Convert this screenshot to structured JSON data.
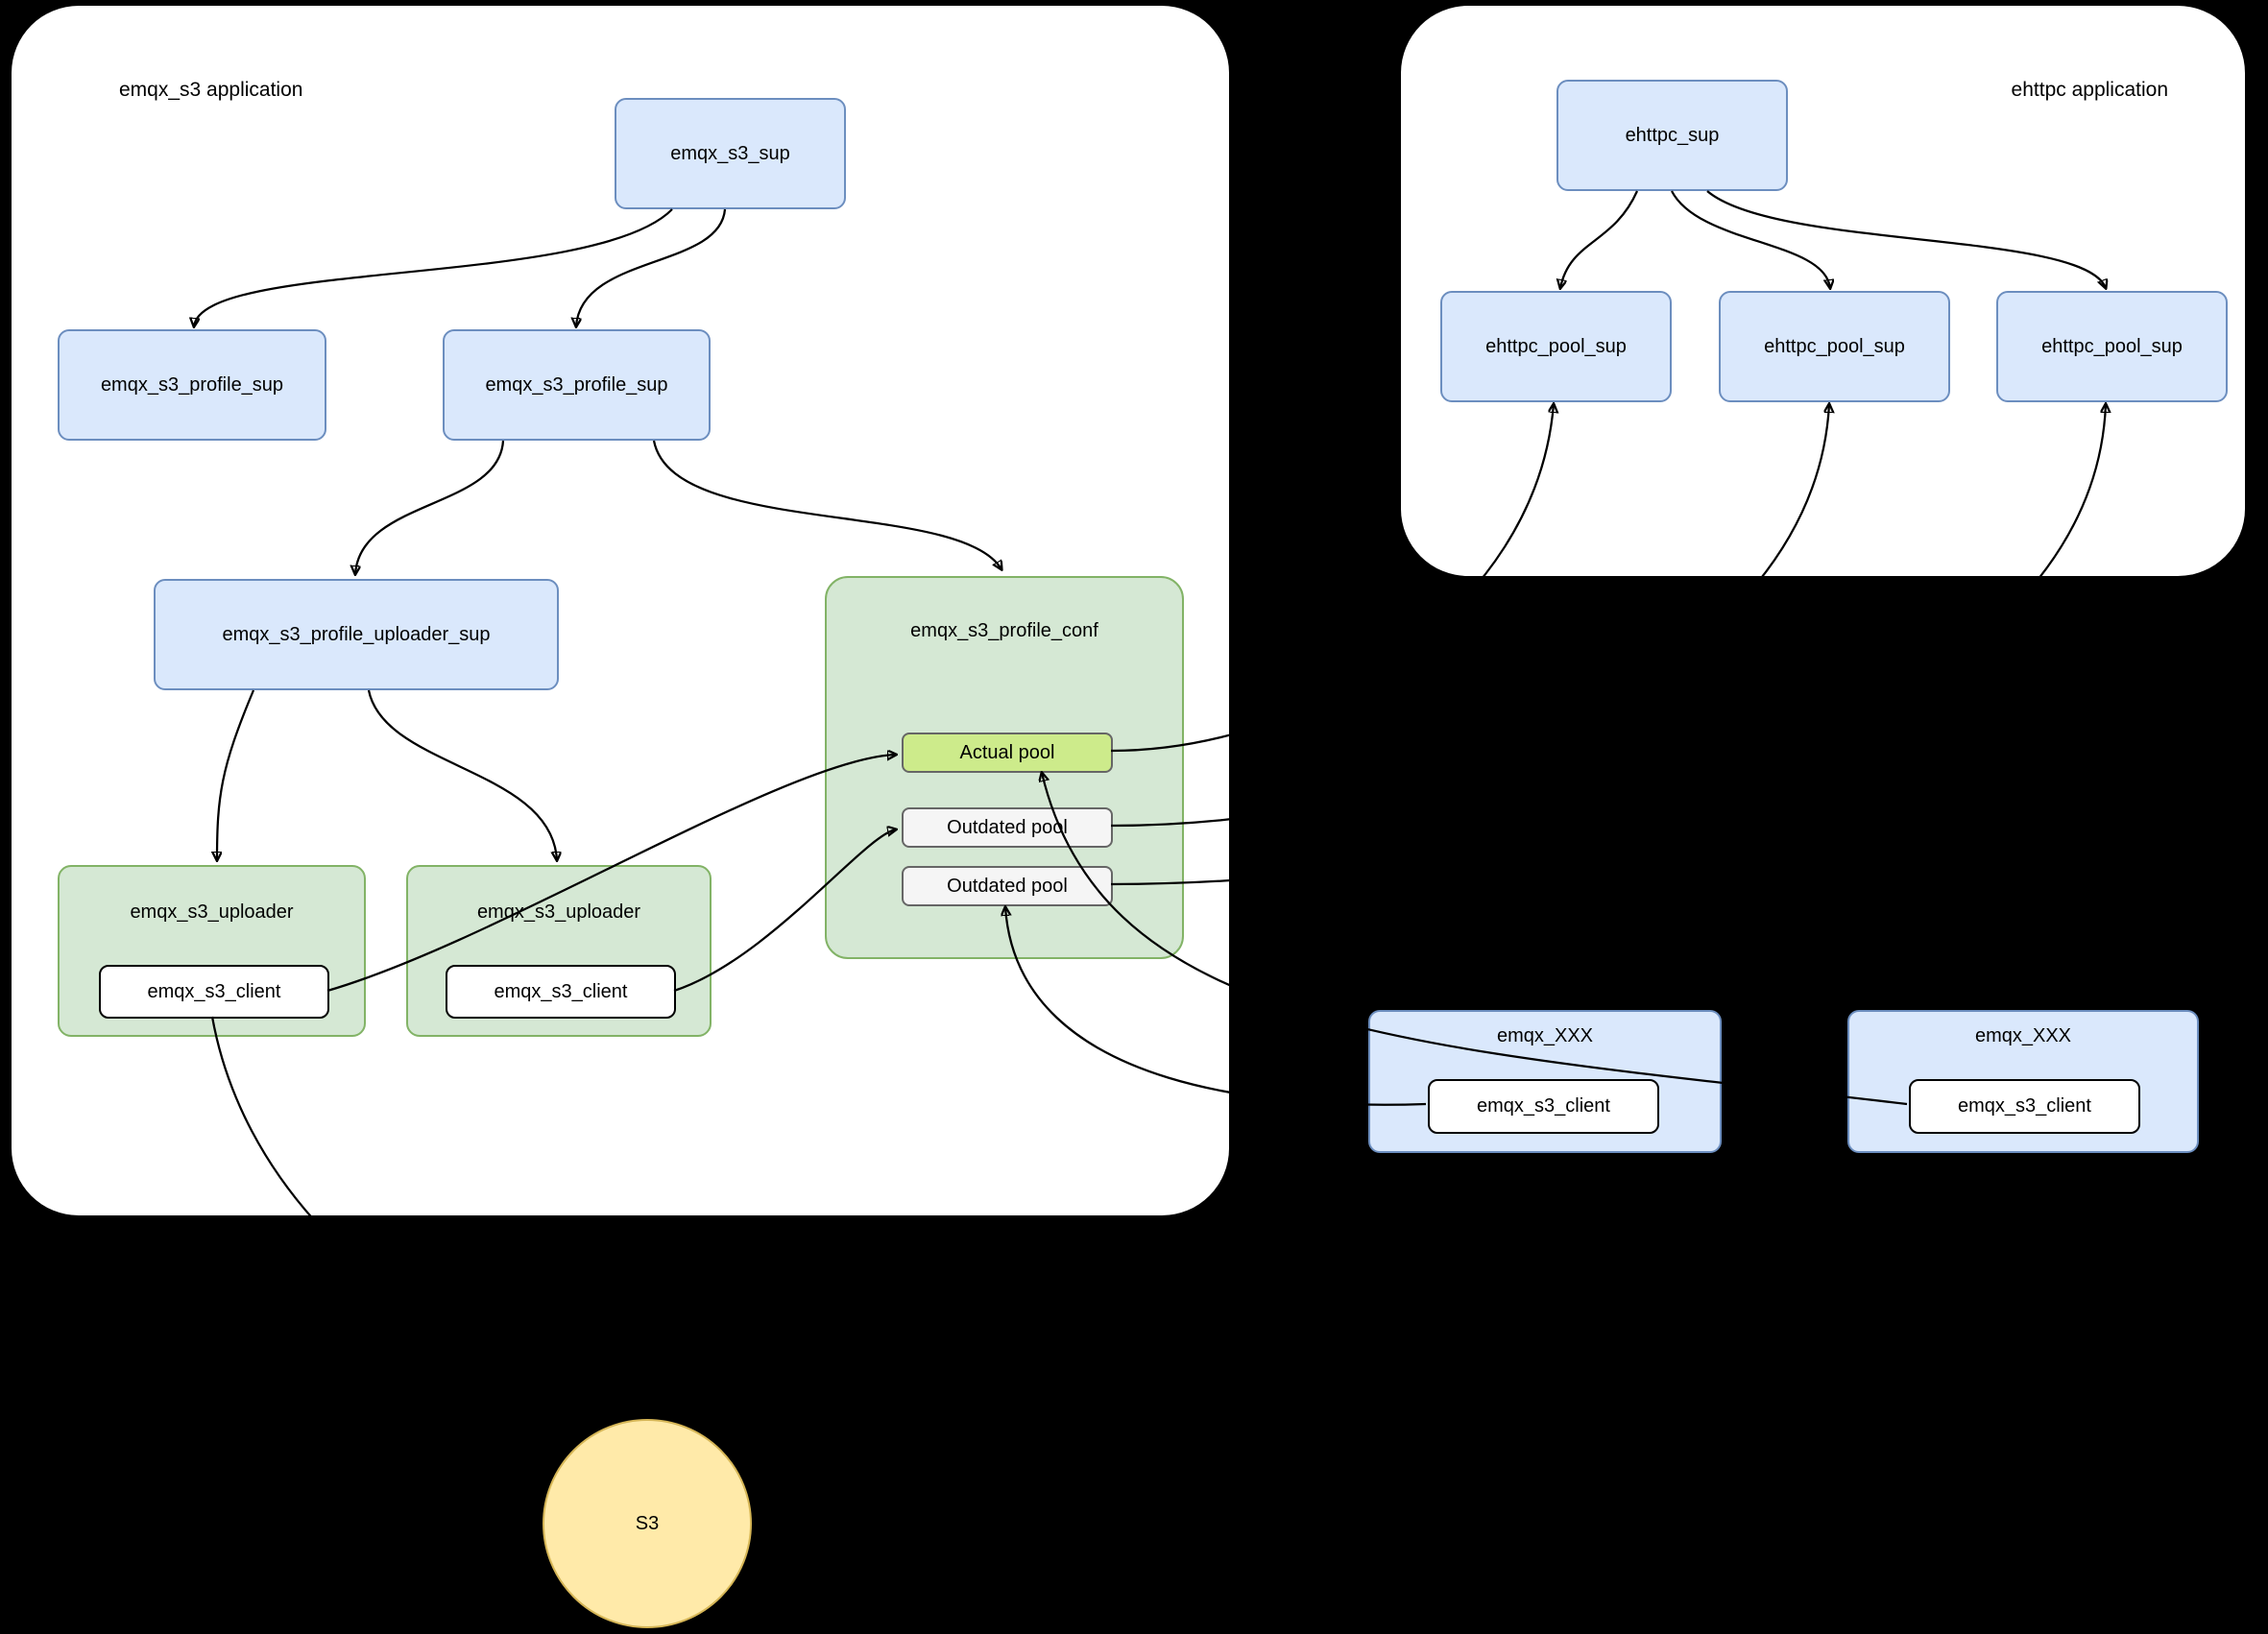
{
  "containers": {
    "emqx_s3": {
      "title": "emqx_s3 application"
    },
    "ehttpc": {
      "title": "ehttpc application"
    }
  },
  "nodes": {
    "s3_sup": {
      "label": "emqx_s3_sup"
    },
    "profile_sup_1": {
      "label": "emqx_s3_profile_sup"
    },
    "profile_sup_2": {
      "label": "emqx_s3_profile_sup"
    },
    "profile_uploader_sup": {
      "label": "emqx_s3_profile_uploader_sup"
    },
    "profile_conf": {
      "label": "emqx_s3_profile_conf"
    },
    "actual_pool": {
      "label": "Actual pool"
    },
    "outdated_pool_1": {
      "label": "Outdated pool"
    },
    "outdated_pool_2": {
      "label": "Outdated pool"
    },
    "uploader_1": {
      "label": "emqx_s3_uploader"
    },
    "uploader_1_client": {
      "label": "emqx_s3_client"
    },
    "uploader_2": {
      "label": "emqx_s3_uploader"
    },
    "uploader_2_client": {
      "label": "emqx_s3_client"
    },
    "ehttpc_sup": {
      "label": "ehttpc_sup"
    },
    "ehttpc_pool_sup_1": {
      "label": "ehttpc_pool_sup"
    },
    "ehttpc_pool_sup_2": {
      "label": "ehttpc_pool_sup"
    },
    "ehttpc_pool_sup_3": {
      "label": "ehttpc_pool_sup"
    },
    "emqx_xxx_1": {
      "label": "emqx_XXX"
    },
    "emqx_xxx_1_client": {
      "label": "emqx_s3_client"
    },
    "emqx_xxx_2": {
      "label": "emqx_XXX"
    },
    "emqx_xxx_2_client": {
      "label": "emqx_s3_client"
    },
    "s3": {
      "label": "S3"
    }
  },
  "colors": {
    "background": "#000000",
    "container": "#ffffff",
    "node_blue_fill": "#dae8fc",
    "node_blue_border": "#6c8ebf",
    "node_green_fill": "#d5e8d4",
    "node_green_border": "#82b366",
    "actual_pool_fill": "#cdeb8b",
    "outdated_pool_fill": "#f5f5f5",
    "pool_border": "#666666",
    "client_fill": "#ffffff",
    "client_border": "#000000",
    "s3_fill": "#ffeaa9",
    "s3_border": "#d6b656",
    "edge": "#000000"
  }
}
